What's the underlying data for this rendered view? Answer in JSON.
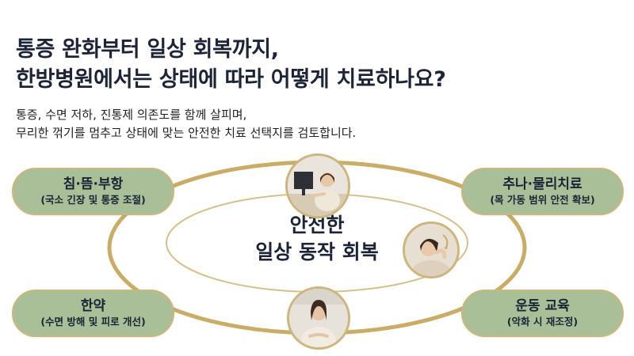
{
  "title": {
    "line1": "통증 완화부터 일상 회복까지,",
    "line2": "한방병원에서는 상태에 따라 어떻게 치료하나요?"
  },
  "subtitle": {
    "line1": "통증, 수면 저하, 진통제 의존도를 함께 살피며,",
    "line2": "무리한 꺾기를 멈추고 상태에 맞는 안전한 치료 선택지를 검토합니다."
  },
  "center": {
    "line1": "안전한",
    "line2": "일상 동작 회복"
  },
  "nodes": [
    {
      "title": "침·뜸·부항",
      "subtitle": "(국소 긴장 및 통증 조절)"
    },
    {
      "title": "추나·물리치료",
      "subtitle": "(목 가동 범위 안전 확보)"
    },
    {
      "title": "한약",
      "subtitle": "(수면 방해 및 피로 개선)"
    },
    {
      "title": "운동 교육",
      "subtitle": "(악화 시 재조정)"
    }
  ],
  "photos": [
    {
      "icon": "woman-at-computer-icon"
    },
    {
      "icon": "woman-neck-pain-icon"
    },
    {
      "icon": "woman-relaxing-icon"
    }
  ],
  "colors": {
    "node_fill": "#a9bf98",
    "ring_gold": "#c9ac66",
    "text_navy": "#1b2436"
  }
}
